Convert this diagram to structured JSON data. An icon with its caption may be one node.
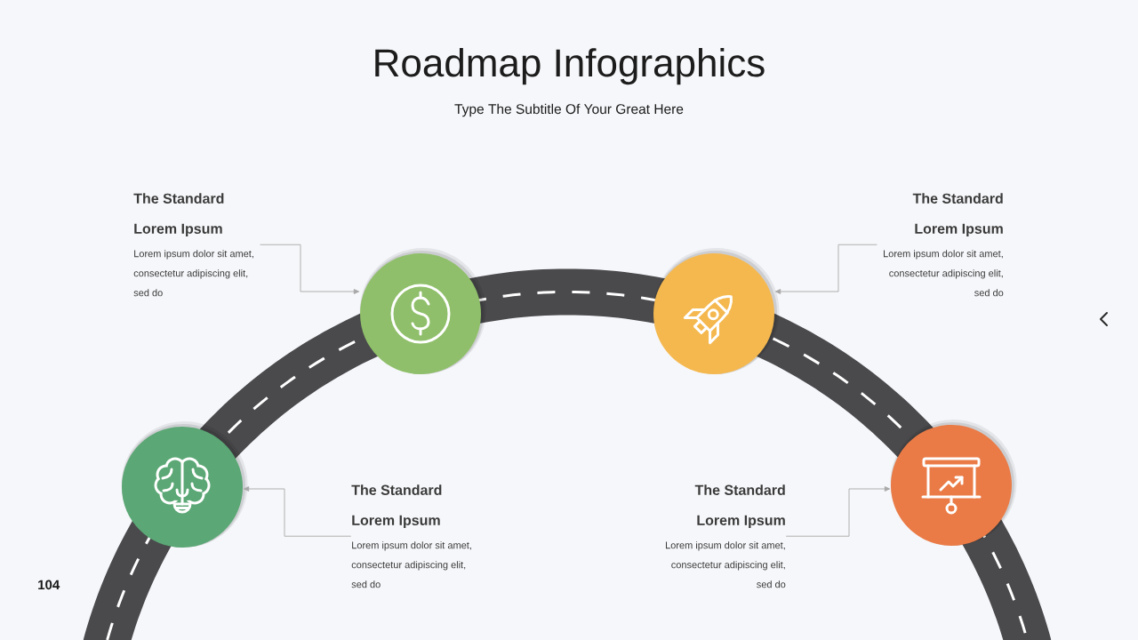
{
  "diagram": {
    "title": "Roadmap Infographics",
    "nodes": [
      {
        "text": [
          "The Standard Lorem Ipsum",
          "Lorem ipsum dolor sit amet, consectetur adipiscing elit, sed do"
        ]
      },
      {
        "text": [
          "The Standard Lorem Ipsum",
          "Lorem ipsum dolor sit amet, consectetur adipiscing elit, sed do"
        ]
      },
      {
        "text": [],
        "shape": "circle"
      },
      {
        "text": [],
        "shape": "circle"
      },
      {
        "text": [],
        "shape": "circle"
      },
      {
        "text": [],
        "shape": "circle"
      },
      {
        "text": [
          "The Standard Lorem Ipsum",
          "Lorem ipsum dolor sit amet, consectetur adipiscing elit, sed do"
        ]
      },
      {
        "text": [
          "The Standard Lorem Ipsum",
          "Lorem ipsum dolor sit amet, consectetur adipiscing elit, sed do"
        ]
      }
    ],
    "edges": [
      {
        "from": 0,
        "to": 3,
        "arrow": "to"
      },
      {
        "from": 1,
        "to": 4,
        "arrow": "to"
      },
      {
        "from": 6,
        "to": 2,
        "arrow": "to"
      },
      {
        "from": 7,
        "to": 5,
        "arrow": "to"
      }
    ],
    "labels": [
      "Type The Subtitle Of Your Great Here",
      "104"
    ]
  }
}
